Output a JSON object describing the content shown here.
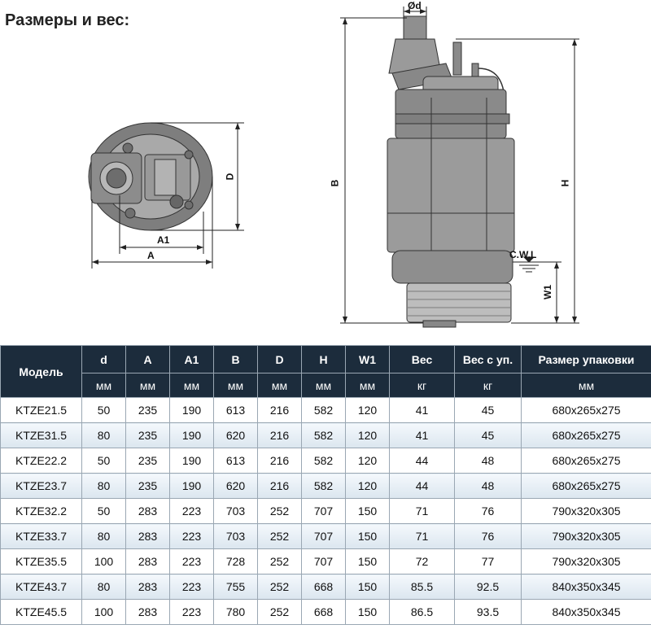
{
  "page": {
    "title": "Размеры и вес:"
  },
  "diagram": {
    "labels": {
      "d": "Ød",
      "a1": "A1",
      "a": "A",
      "d_height": "D",
      "b": "B",
      "h": "H",
      "cwl": "C.W.L",
      "w1": "W1"
    }
  },
  "table": {
    "model_header": "Модель",
    "columns": [
      {
        "name": "d",
        "unit": "мм"
      },
      {
        "name": "A",
        "unit": "мм"
      },
      {
        "name": "A1",
        "unit": "мм"
      },
      {
        "name": "B",
        "unit": "мм"
      },
      {
        "name": "D",
        "unit": "мм"
      },
      {
        "name": "H",
        "unit": "мм"
      },
      {
        "name": "W1",
        "unit": "мм"
      },
      {
        "name": "Вес",
        "unit": "кг"
      },
      {
        "name": "Вес с уп.",
        "unit": "кг"
      },
      {
        "name": "Размер упаковки",
        "unit": "мм"
      }
    ],
    "rows": [
      {
        "model": "KTZE21.5",
        "cells": [
          "50",
          "235",
          "190",
          "613",
          "216",
          "582",
          "120",
          "41",
          "45",
          "680x265x275"
        ]
      },
      {
        "model": "KTZE31.5",
        "cells": [
          "80",
          "235",
          "190",
          "620",
          "216",
          "582",
          "120",
          "41",
          "45",
          "680x265x275"
        ]
      },
      {
        "model": "KTZE22.2",
        "cells": [
          "50",
          "235",
          "190",
          "613",
          "216",
          "582",
          "120",
          "44",
          "48",
          "680x265x275"
        ]
      },
      {
        "model": "KTZE23.7",
        "cells": [
          "80",
          "235",
          "190",
          "620",
          "216",
          "582",
          "120",
          "44",
          "48",
          "680x265x275"
        ]
      },
      {
        "model": "KTZE32.2",
        "cells": [
          "50",
          "283",
          "223",
          "703",
          "252",
          "707",
          "150",
          "71",
          "76",
          "790x320x305"
        ]
      },
      {
        "model": "KTZE33.7",
        "cells": [
          "80",
          "283",
          "223",
          "703",
          "252",
          "707",
          "150",
          "71",
          "76",
          "790x320x305"
        ]
      },
      {
        "model": "KTZE35.5",
        "cells": [
          "100",
          "283",
          "223",
          "728",
          "252",
          "707",
          "150",
          "72",
          "77",
          "790x320x305"
        ]
      },
      {
        "model": "KTZE43.7",
        "cells": [
          "80",
          "283",
          "223",
          "755",
          "252",
          "668",
          "150",
          "85.5",
          "92.5",
          "840x350x345"
        ]
      },
      {
        "model": "KTZE45.5",
        "cells": [
          "100",
          "283",
          "223",
          "780",
          "252",
          "668",
          "150",
          "86.5",
          "93.5",
          "840x350x345"
        ]
      }
    ]
  },
  "colors": {
    "header_bg": "#1c2c3c",
    "pump_body": "#9b9b9b",
    "alt_row": "#dbe6ef"
  }
}
